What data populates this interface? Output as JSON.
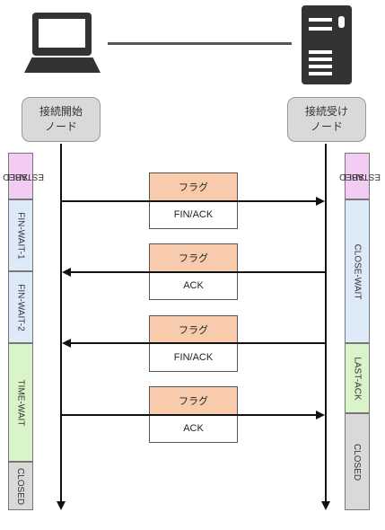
{
  "icons": {
    "client": "laptop-icon",
    "server": "server-icon"
  },
  "nodes": {
    "left": {
      "line1": "接続開始",
      "line2": "ノード"
    },
    "right": {
      "line1": "接続受け",
      "line2": "ノード"
    }
  },
  "left_states": [
    {
      "label": "ESTABLISHED",
      "line1": "ESTABLI",
      "line2": "SHED",
      "color": "#f2ccf2"
    },
    {
      "label": "FIN-WAIT-1",
      "color": "#dcebf7"
    },
    {
      "label": "FIN-WAIT-2",
      "color": "#dcebf7"
    },
    {
      "label": "TIME-WAIT",
      "color": "#d8f4c8"
    },
    {
      "label": "CLOSED",
      "color": "#d9d9d9"
    }
  ],
  "right_states": [
    {
      "label": "ESTABLISHED",
      "line1": "ESTABLI",
      "line2": "SHED",
      "color": "#f2ccf2"
    },
    {
      "label": "CLOSE-WAIT",
      "color": "#dcebf7"
    },
    {
      "label": "LAST-ACK",
      "color": "#d8f4c8"
    },
    {
      "label": "CLOSED",
      "color": "#d9d9d9"
    }
  ],
  "messages": [
    {
      "flag_label": "フラグ",
      "value": "FIN/ACK",
      "direction": "right"
    },
    {
      "flag_label": "フラグ",
      "value": "ACK",
      "direction": "left"
    },
    {
      "flag_label": "フラグ",
      "value": "FIN/ACK",
      "direction": "left"
    },
    {
      "flag_label": "フラグ",
      "value": "ACK",
      "direction": "right"
    }
  ],
  "colors": {
    "flag_fill": "#f8cbad",
    "node_fill": "#d9d9d9",
    "line": "#111111"
  }
}
